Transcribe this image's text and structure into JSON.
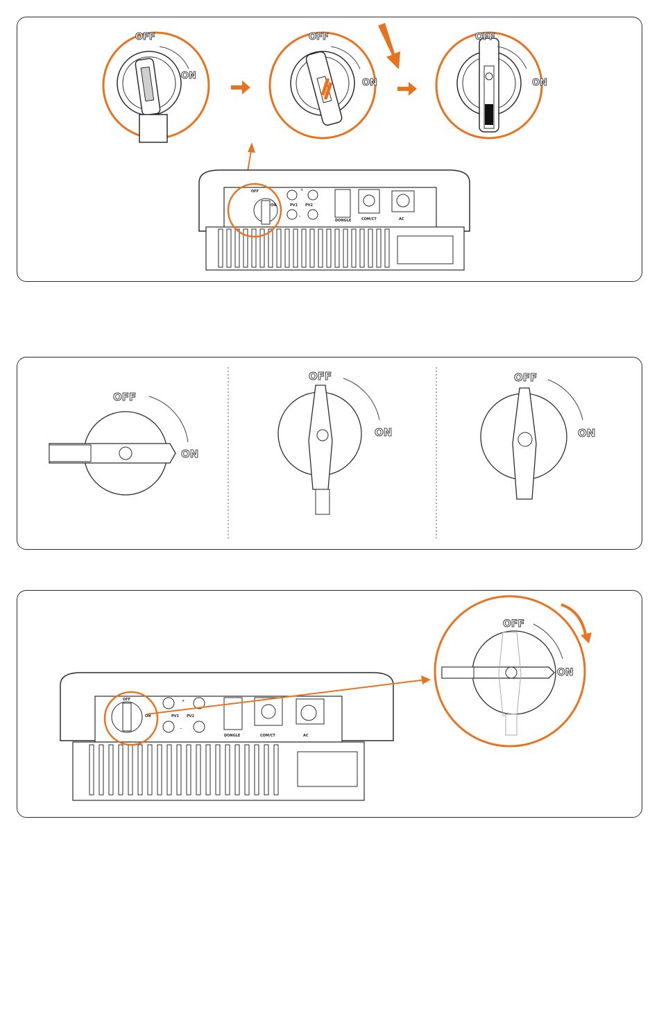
{
  "switch": {
    "off_label": "OFF",
    "on_label": "ON"
  },
  "ports": {
    "pv1": "PV1",
    "pv2": "PV2",
    "plus": "+",
    "minus": "-",
    "dongle": "DONGLE",
    "com": "COM/CT",
    "ac": "AC"
  },
  "colors": {
    "accent": "#e8731f",
    "line": "#2b2b2b",
    "panel_border": "#2b2b2b"
  },
  "icons": {
    "step_arrow": "right-arrow-icon",
    "push_arrow": "down-arrow-icon",
    "rotate_arrow": "curved-arrow-icon",
    "callout": "circle-callout-icon"
  }
}
